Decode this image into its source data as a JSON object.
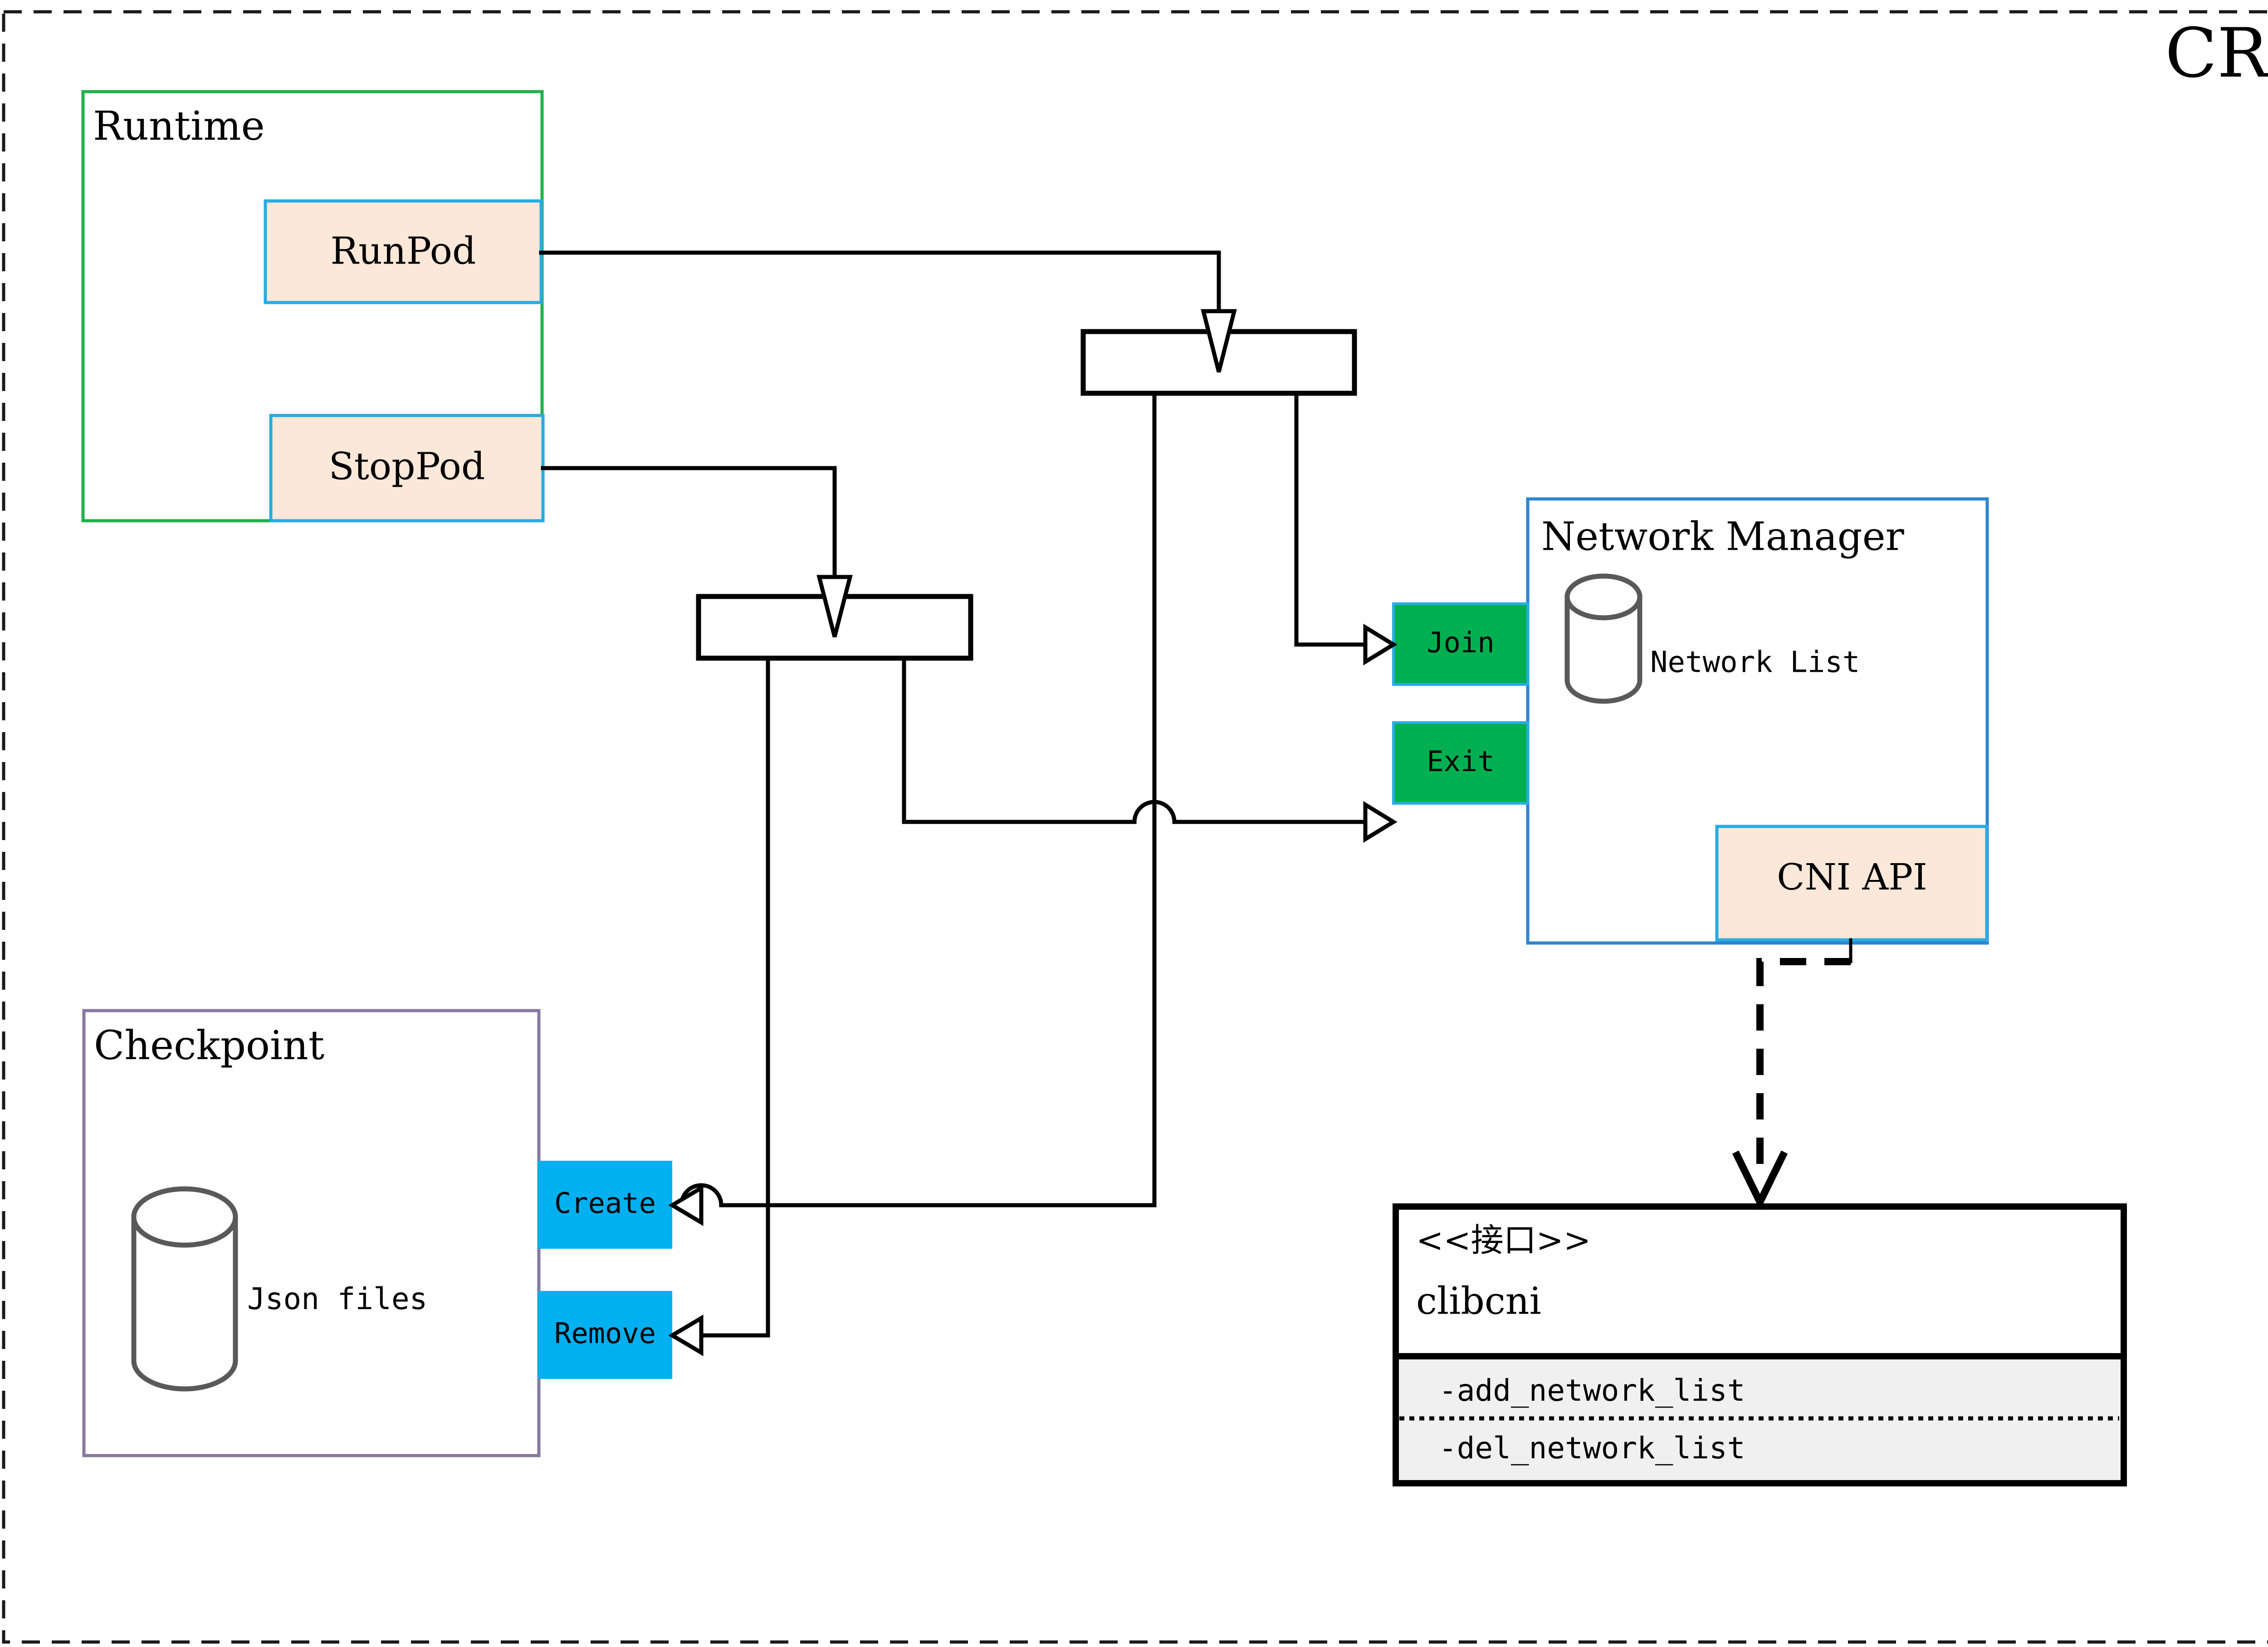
{
  "diagram": {
    "title": "CRI",
    "title_color": "#8a6d00",
    "frame": {
      "style": "dashed"
    },
    "groups": {
      "runtime": {
        "label": "Runtime",
        "border_color": "#22b14c",
        "items": [
          {
            "label": "RunPod",
            "fill": "#fce8d8",
            "border": "#29abe2"
          },
          {
            "label": "StopPod",
            "fill": "#fce8d8",
            "border": "#29abe2"
          }
        ]
      },
      "checkpoint": {
        "label": "Checkpoint",
        "border_color": "#8878a0",
        "store_label": "Json files",
        "store_icon": "cylinder-icon",
        "items": [
          {
            "label": "Create",
            "fill": "#00b0f0"
          },
          {
            "label": "Remove",
            "fill": "#00b0f0"
          }
        ]
      },
      "network_manager": {
        "label": "Network Manager",
        "border_color": "#2e84d0",
        "store_label": "Network List",
        "store_icon": "cylinder-icon",
        "ports": [
          {
            "label": "Join",
            "fill": "#00b050",
            "border": "#29abe2"
          },
          {
            "label": "Exit",
            "fill": "#00b050",
            "border": "#29abe2"
          }
        ],
        "api": {
          "label": "CNI API",
          "fill": "#fce8d8",
          "border": "#29abe2"
        }
      }
    },
    "interface": {
      "stereotype": "<<接口>>",
      "name": "clibcni",
      "methods": [
        "-add_network_list",
        "-del_network_list"
      ],
      "method_fill": "#f0f0f0",
      "border": "#000000"
    },
    "nodes": {
      "fork_top": {
        "label": ""
      },
      "fork_bottom": {
        "label": ""
      }
    }
  }
}
